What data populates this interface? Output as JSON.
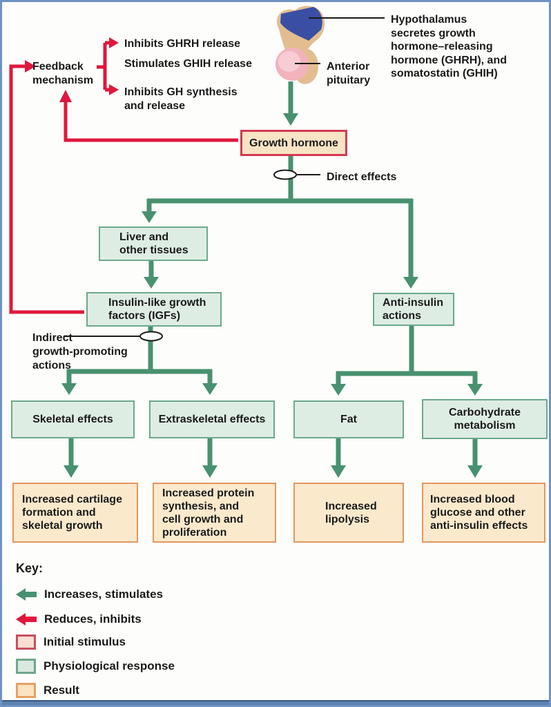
{
  "diagram": {
    "hypothalamus_note": "Hypothalamus\nsecretes growth\nhormone–releasing\nhormone (GHRH), and\nsomatostatin (GHIH)",
    "anterior_pituitary": "Anterior\npituitary",
    "feedback_label": "Feedback\nmechanism",
    "inhibit_ghrh": "Inhibits GHRH release",
    "stimulate_ghih": "Stimulates GHIH release",
    "inhibit_gh": "Inhibits GH synthesis\nand release",
    "direct_effects": "Direct effects",
    "indirect_effects": "Indirect\ngrowth-promoting\nactions",
    "boxes": {
      "growth_hormone": "Growth hormone",
      "liver": "Liver and\nother tissues",
      "igf": "Insulin-like growth\nfactors (IGFs)",
      "anti_insulin": "Anti-insulin\nactions",
      "skeletal": "Skeletal effects",
      "extraskeletal": "Extraskeletal effects",
      "fat": "Fat",
      "carbohydrate": "Carbohydrate\nmetabolism",
      "result_cartilage": "Increased cartilage\nformation and\nskeletal growth",
      "result_protein": "Increased protein\nsynthesis, and\ncell growth and\nproliferation",
      "result_lipolysis": "Increased\nlipolysis",
      "result_glucose": "Increased blood\nglucose and other\nanti-insulin effects"
    }
  },
  "key": {
    "title": "Key:",
    "items": [
      {
        "icon": "green-left-arrow",
        "label": "Increases, stimulates"
      },
      {
        "icon": "red-left-arrow",
        "label": "Reduces, inhibits"
      },
      {
        "icon": "initial-stimulus-swatch",
        "label": "Initial stimulus"
      },
      {
        "icon": "physiological-response-swatch",
        "label": "Physiological response"
      },
      {
        "icon": "result-swatch",
        "label": "Result"
      }
    ]
  },
  "colors": {
    "increase_green": "#48916f",
    "inhibit_red": "#e0173c",
    "initial_stimulus_fill": "#f8e3c5",
    "initial_stimulus_border": "#d23a52",
    "response_fill": "#deede3",
    "response_border": "#6ba98b",
    "result_fill": "#fbe9cc",
    "result_border": "#e2975d",
    "frame_blue": "#6e93c2",
    "hypothalamus_blue": "#3a4fa3",
    "pituitary_pink": "#f3b3bd",
    "gland_tan": "#e3bd90"
  }
}
